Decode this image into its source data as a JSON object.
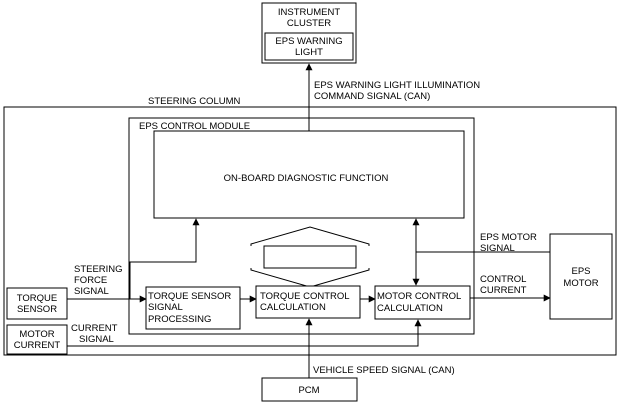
{
  "diagram": {
    "instrument_cluster": [
      "INSTRUMENT",
      "CLUSTER"
    ],
    "eps_warning_light": [
      "EPS WARNING",
      "LIGHT"
    ],
    "warning_signal": [
      "EPS WARNING LIGHT ILLUMINATION",
      "COMMAND SIGNAL (CAN)"
    ],
    "steering_column": "STEERING COLUMN",
    "eps_control_module": "EPS CONTROL MODULE",
    "obd_function": "ON-BOARD DIAGNOSTIC FUNCTION",
    "steering_force_signal": [
      "STEERING",
      "FORCE",
      "SIGNAL"
    ],
    "torque_sensor": [
      "TORQUE",
      "SENSOR"
    ],
    "motor_current": [
      "MOTOR",
      "CURRENT"
    ],
    "current_signal": [
      "CURRENT",
      "SIGNAL"
    ],
    "torque_sensor_processing": [
      "TORQUE SENSOR",
      "SIGNAL",
      "PROCESSING"
    ],
    "torque_control_calc": [
      "TORQUE CONTROL",
      "CALCULATION"
    ],
    "motor_control_calc": [
      "MOTOR CONTROL",
      "CALCULATION"
    ],
    "eps_motor_signal": [
      "EPS MOTOR",
      "SIGNAL"
    ],
    "control_current": [
      "CONTROL",
      "CURRENT"
    ],
    "eps_motor": [
      "EPS",
      "MOTOR"
    ],
    "vehicle_speed_signal": "VEHICLE SPEED SIGNAL (CAN)",
    "pcm": "PCM"
  }
}
